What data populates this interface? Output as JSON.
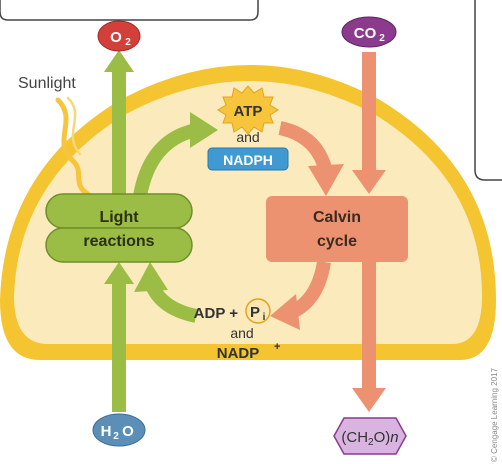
{
  "labels": {
    "sunlight": "Sunlight",
    "light_reactions_line1": "Light",
    "light_reactions_line2": "reactions",
    "calvin_line1": "Calvin",
    "calvin_line2": "cycle",
    "atp": "ATP",
    "and_top": "and",
    "nadph": "NADPH",
    "adp_plus": "ADP +",
    "pi": "P",
    "pi_sub": "i",
    "and_bottom": "and",
    "nadp": "NADP",
    "nadp_sup": "+",
    "o2": "O",
    "o2_sub": "2",
    "co2": "CO",
    "co2_sub": "2",
    "h2o_h": "H",
    "h2o_sub": "2",
    "h2o_o": "O",
    "product": "(CH",
    "product_sub": "2",
    "product_rest": "O)",
    "product_n": "n",
    "credit": "© Cengage Learning 2017"
  },
  "colors": {
    "chloroplast_outer": "#f4c431",
    "chloroplast_inner": "#fbeabb",
    "light_reactions": "#9bbd45",
    "light_reactions_dark": "#6f8f2a",
    "calvin": "#ec9270",
    "arrow_green": "#9bbd45",
    "arrow_orange": "#ec9270",
    "o2_badge": "#d3403a",
    "co2_badge": "#8b3a8e",
    "h2o_badge": "#5b8fb8",
    "product_badge": "#d9b4e0",
    "nadph_badge": "#3f9ad3",
    "atp_burst": "#f6c53b",
    "pi_circle": "#fbe6b6",
    "sunlight": "#f6c53b"
  }
}
